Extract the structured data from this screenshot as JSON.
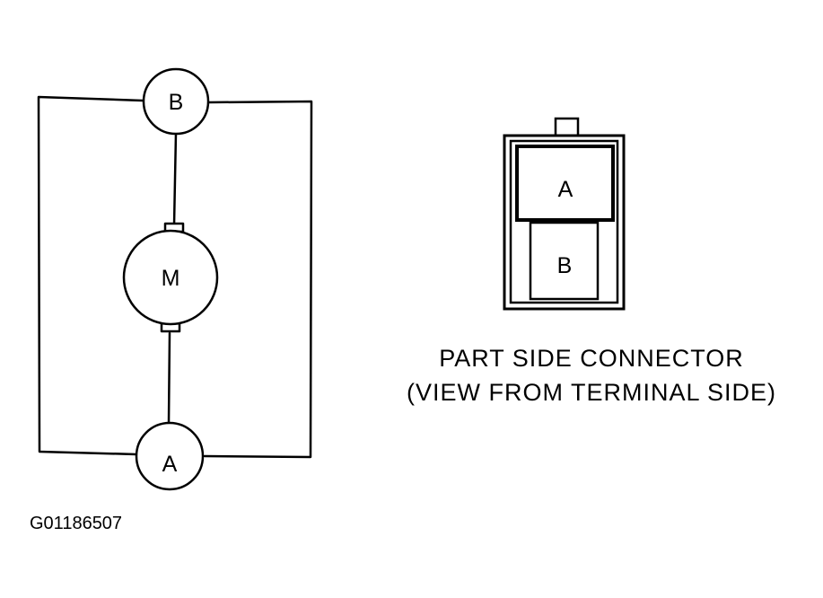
{
  "schematic": {
    "terminal_b_label": "B",
    "motor_label": "M",
    "terminal_a_label": "A"
  },
  "connector": {
    "cavity_a_label": "A",
    "cavity_b_label": "B",
    "caption_line1": "PART SIDE CONNECTOR",
    "caption_line2": "(VIEW FROM TERMINAL SIDE)"
  },
  "figure_id": "G01186507",
  "colors": {
    "ink": "#000000",
    "background": "#ffffff"
  }
}
